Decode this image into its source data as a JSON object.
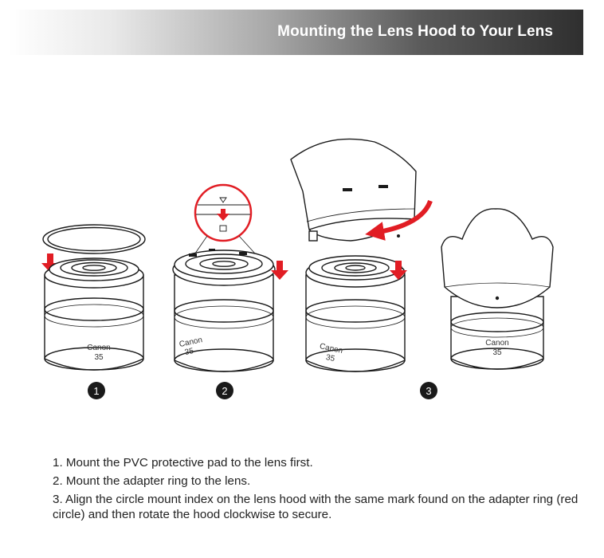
{
  "header": {
    "title": "Mounting the Lens Hood to Your Lens"
  },
  "lens_label": {
    "brand": "Canon",
    "focal": "35"
  },
  "step_badges": [
    "1",
    "2",
    "3"
  ],
  "instructions": [
    "1. Mount the PVC protective pad to the lens first.",
    "2. Mount the adapter ring to the lens.",
    "3. Align the circle mount index on the lens hood with the same mark found on the adapter ring (red circle) and then rotate the hood clockwise to secure."
  ],
  "colors": {
    "accent_red": "#e11d24",
    "outline": "#1a1a1a",
    "badge_fill": "#1a1a1a"
  }
}
